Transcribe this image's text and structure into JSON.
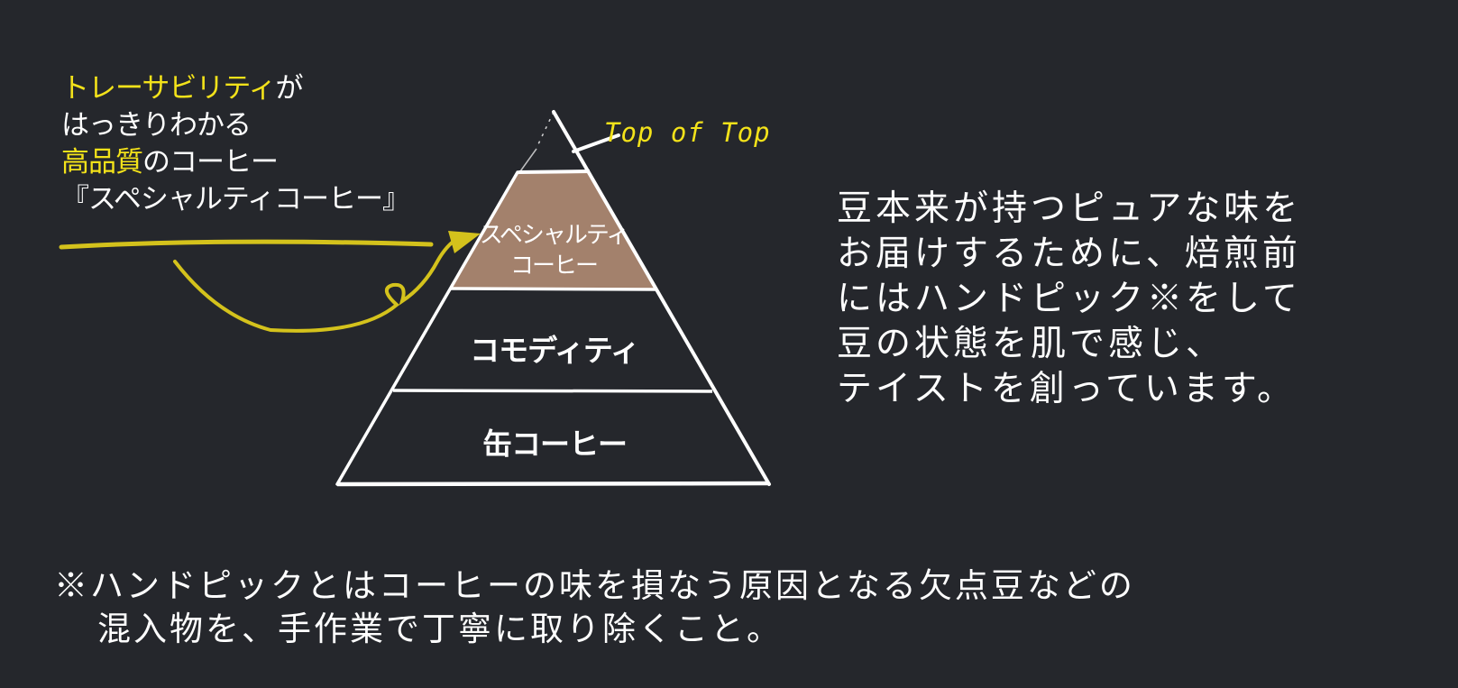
{
  "callout": {
    "lines": [
      {
        "highlight": "トレーサビリティ",
        "rest": "が"
      },
      {
        "highlight": "",
        "rest": "はっきりわかる"
      },
      {
        "highlight": "高品質",
        "rest": "のコーヒー"
      },
      {
        "highlight": "",
        "rest": "『スペシャルティコーヒー』"
      }
    ]
  },
  "pyramid": {
    "top_label": "Top of Top",
    "tiers": [
      {
        "name": "top-of-top",
        "label": "",
        "fill": "none"
      },
      {
        "name": "specialty",
        "label_line1": "スペシャルティ",
        "label_line2": "コーヒー",
        "fill": "#a3816c"
      },
      {
        "name": "commodity",
        "label": "コモディティ",
        "fill": "none"
      },
      {
        "name": "canned",
        "label": "缶コーヒー",
        "fill": "none"
      }
    ]
  },
  "description": {
    "lines": [
      "豆本来が持つピュアな味を",
      "お届けするために、焙煎前",
      "にはハンドピック※をして",
      "豆の状態を肌で感じ、",
      "テイストを創っています。"
    ]
  },
  "footnote": {
    "lines": [
      "※ハンドピックとはコーヒーの味を損なう原因となる欠点豆などの",
      "混入物を、手作業で丁寧に取り除くこと。"
    ]
  },
  "colors": {
    "background": "#25272c",
    "highlight": "#f3e21a",
    "arrow": "#d4c21c",
    "specialty_fill": "#a3816c",
    "chalk": "#ffffff"
  }
}
